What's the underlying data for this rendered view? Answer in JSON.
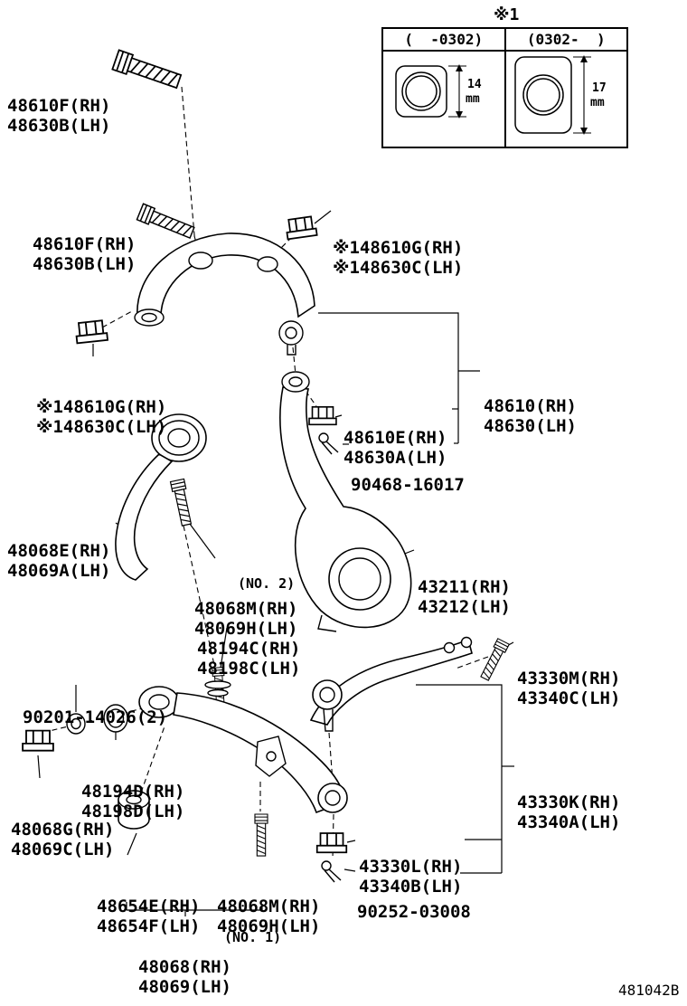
{
  "page": {
    "drawing_number": "481042B"
  },
  "inset": {
    "marker": "※1",
    "left": {
      "header": "(  -0302)",
      "value": "14",
      "unit": "mm"
    },
    "right": {
      "header": "(0302-  )",
      "value": "17",
      "unit": "mm"
    }
  },
  "labels": {
    "bolt_upper_1": [
      "48610F(RH)",
      "48630B(LH)"
    ],
    "bolt_upper_2": [
      "48610F(RH)",
      "48630B(LH)"
    ],
    "nut_upper_a": [
      "※148610G(RH)",
      "※148630C(LH)"
    ],
    "nut_upper_b": [
      "※148610G(RH)",
      "※148630C(LH)"
    ],
    "upper_arm": [
      "48610(RH)",
      "48630(LH)"
    ],
    "upper_ball_nut": [
      "48610E(RH)",
      "48630A(LH)"
    ],
    "upper_cotter_pin": "90468-16017",
    "strut_rod": [
      "48068E(RH)",
      "48069A(LH)"
    ],
    "knuckle": [
      "43211(RH)",
      "43212(LH)"
    ],
    "no2_caption": "(NO. 2)",
    "no2_bolt": [
      "48068M(RH)",
      "48069H(LH)"
    ],
    "cam": [
      "48194C(RH)",
      "48198C(LH)"
    ],
    "knuckle_arm_bolt": [
      "43330M(RH)",
      "43340C(LH)"
    ],
    "washer": "90201-14026(2)",
    "retainer": [
      "48194D(RH)",
      "48198D(LH)"
    ],
    "strut_nut": [
      "48068G(RH)",
      "48069C(LH)"
    ],
    "knuckle_arm": [
      "43330K(RH)",
      "43340A(LH)"
    ],
    "ball_joint_nut": [
      "43330L(RH)",
      "43340B(LH)"
    ],
    "bushing": [
      "48654E(RH)",
      "48654F(LH)"
    ],
    "no1_bolt": [
      "48068M(RH)",
      "48069H(LH)"
    ],
    "no1_caption": "(NO. 1)",
    "lower_cotter_pin": "90252-03008",
    "lower_arm": [
      "48068(RH)",
      "48069(LH)"
    ]
  }
}
